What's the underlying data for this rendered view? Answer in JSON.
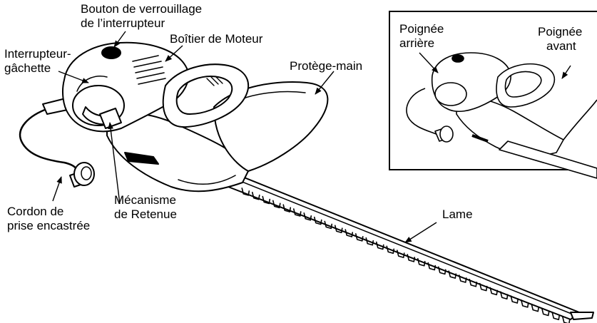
{
  "labels": {
    "switch_lock_button": [
      "Bouton de verrouillage",
      "de l’interrupteur"
    ],
    "motor_housing": "Boîtier de Moteur",
    "trigger_switch": [
      "Interrupteur-",
      "gâchette"
    ],
    "hand_guard": "Protège-main",
    "cord": [
      "Cordon de",
      "prise encastrée"
    ],
    "retention_mechanism": [
      "Mécanisme",
      "de Retenue"
    ],
    "blade": "Lame",
    "rear_handle": [
      "Poignée",
      "arrière"
    ],
    "front_handle": [
      "Poignée",
      "avant"
    ]
  },
  "colors": {
    "ink": "#000000",
    "background": "#ffffff"
  },
  "blade_teeth": 32
}
